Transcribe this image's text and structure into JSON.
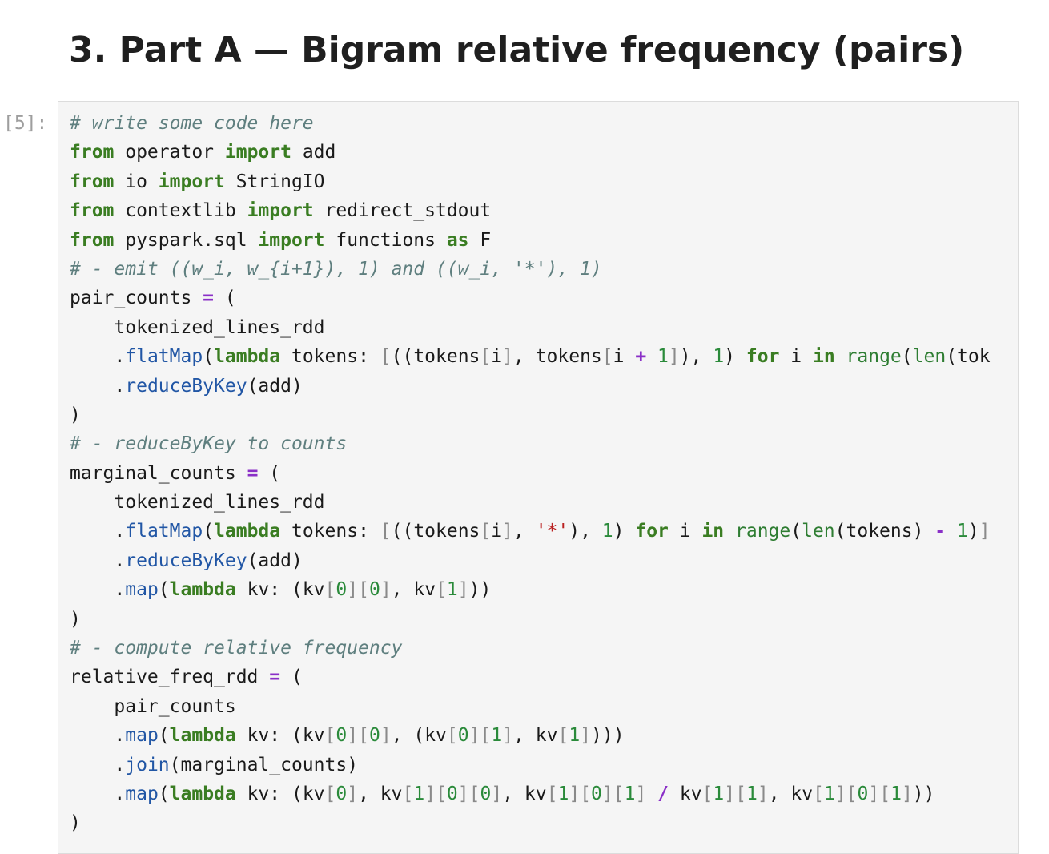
{
  "heading": "3. Part A — Bigram relative frequency (pairs)",
  "cell": {
    "prompt": "[5]:",
    "lines": [
      [
        {
          "t": "cm",
          "v": "# write some code here"
        }
      ],
      [
        {
          "t": "kw",
          "v": "from"
        },
        {
          "t": "pn",
          "v": " operator "
        },
        {
          "t": "kw",
          "v": "import"
        },
        {
          "t": "pn",
          "v": " add"
        }
      ],
      [
        {
          "t": "kw",
          "v": "from"
        },
        {
          "t": "pn",
          "v": " io "
        },
        {
          "t": "kw",
          "v": "import"
        },
        {
          "t": "pn",
          "v": " StringIO"
        }
      ],
      [
        {
          "t": "kw",
          "v": "from"
        },
        {
          "t": "pn",
          "v": " contextlib "
        },
        {
          "t": "kw",
          "v": "import"
        },
        {
          "t": "pn",
          "v": " redirect_stdout"
        }
      ],
      [
        {
          "t": "kw",
          "v": "from"
        },
        {
          "t": "pn",
          "v": " pyspark.sql "
        },
        {
          "t": "kw",
          "v": "import"
        },
        {
          "t": "pn",
          "v": " functions "
        },
        {
          "t": "kw",
          "v": "as"
        },
        {
          "t": "pn",
          "v": " F"
        }
      ],
      [
        {
          "t": "cm",
          "v": "# - emit ((w_i, w_{i+1}), 1) and ((w_i, '*'), 1)"
        }
      ],
      [
        {
          "t": "pn",
          "v": "pair_counts "
        },
        {
          "t": "op",
          "v": "="
        },
        {
          "t": "pn",
          "v": " ("
        }
      ],
      [
        {
          "t": "pn",
          "v": "    tokenized_lines_rdd"
        }
      ],
      [
        {
          "t": "pn",
          "v": "    ."
        },
        {
          "t": "fn",
          "v": "flatMap"
        },
        {
          "t": "pn",
          "v": "("
        },
        {
          "t": "kw",
          "v": "lambda"
        },
        {
          "t": "pn",
          "v": " tokens: "
        },
        {
          "t": "br",
          "v": "["
        },
        {
          "t": "pn",
          "v": "((tokens"
        },
        {
          "t": "br",
          "v": "["
        },
        {
          "t": "pn",
          "v": "i"
        },
        {
          "t": "br",
          "v": "]"
        },
        {
          "t": "pn",
          "v": ", tokens"
        },
        {
          "t": "br",
          "v": "["
        },
        {
          "t": "pn",
          "v": "i "
        },
        {
          "t": "op",
          "v": "+"
        },
        {
          "t": "pn",
          "v": " "
        },
        {
          "t": "num",
          "v": "1"
        },
        {
          "t": "br",
          "v": "]"
        },
        {
          "t": "pn",
          "v": "), "
        },
        {
          "t": "num",
          "v": "1"
        },
        {
          "t": "pn",
          "v": ") "
        },
        {
          "t": "kw",
          "v": "for"
        },
        {
          "t": "pn",
          "v": " i "
        },
        {
          "t": "kw",
          "v": "in"
        },
        {
          "t": "pn",
          "v": " "
        },
        {
          "t": "bi",
          "v": "range"
        },
        {
          "t": "pn",
          "v": "("
        },
        {
          "t": "bi",
          "v": "len"
        },
        {
          "t": "pn",
          "v": "(tok"
        }
      ],
      [
        {
          "t": "pn",
          "v": "    ."
        },
        {
          "t": "fn",
          "v": "reduceByKey"
        },
        {
          "t": "pn",
          "v": "(add)"
        }
      ],
      [
        {
          "t": "pn",
          "v": ")"
        }
      ],
      [
        {
          "t": "cm",
          "v": "# - reduceByKey to counts"
        }
      ],
      [
        {
          "t": "pn",
          "v": "marginal_counts "
        },
        {
          "t": "op",
          "v": "="
        },
        {
          "t": "pn",
          "v": " ("
        }
      ],
      [
        {
          "t": "pn",
          "v": "    tokenized_lines_rdd"
        }
      ],
      [
        {
          "t": "pn",
          "v": "    ."
        },
        {
          "t": "fn",
          "v": "flatMap"
        },
        {
          "t": "pn",
          "v": "("
        },
        {
          "t": "kw",
          "v": "lambda"
        },
        {
          "t": "pn",
          "v": " tokens: "
        },
        {
          "t": "br",
          "v": "["
        },
        {
          "t": "pn",
          "v": "((tokens"
        },
        {
          "t": "br",
          "v": "["
        },
        {
          "t": "pn",
          "v": "i"
        },
        {
          "t": "br",
          "v": "]"
        },
        {
          "t": "pn",
          "v": ", "
        },
        {
          "t": "st",
          "v": "'*'"
        },
        {
          "t": "pn",
          "v": "), "
        },
        {
          "t": "num",
          "v": "1"
        },
        {
          "t": "pn",
          "v": ") "
        },
        {
          "t": "kw",
          "v": "for"
        },
        {
          "t": "pn",
          "v": " i "
        },
        {
          "t": "kw",
          "v": "in"
        },
        {
          "t": "pn",
          "v": " "
        },
        {
          "t": "bi",
          "v": "range"
        },
        {
          "t": "pn",
          "v": "("
        },
        {
          "t": "bi",
          "v": "len"
        },
        {
          "t": "pn",
          "v": "(tokens) "
        },
        {
          "t": "op",
          "v": "-"
        },
        {
          "t": "pn",
          "v": " "
        },
        {
          "t": "num",
          "v": "1"
        },
        {
          "t": "pn",
          "v": ")"
        },
        {
          "t": "br",
          "v": "]"
        }
      ],
      [
        {
          "t": "pn",
          "v": "    ."
        },
        {
          "t": "fn",
          "v": "reduceByKey"
        },
        {
          "t": "pn",
          "v": "(add)"
        }
      ],
      [
        {
          "t": "pn",
          "v": "    ."
        },
        {
          "t": "fn",
          "v": "map"
        },
        {
          "t": "pn",
          "v": "("
        },
        {
          "t": "kw",
          "v": "lambda"
        },
        {
          "t": "pn",
          "v": " kv: (kv"
        },
        {
          "t": "br",
          "v": "["
        },
        {
          "t": "num",
          "v": "0"
        },
        {
          "t": "br",
          "v": "]["
        },
        {
          "t": "num",
          "v": "0"
        },
        {
          "t": "br",
          "v": "]"
        },
        {
          "t": "pn",
          "v": ", kv"
        },
        {
          "t": "br",
          "v": "["
        },
        {
          "t": "num",
          "v": "1"
        },
        {
          "t": "br",
          "v": "]"
        },
        {
          "t": "pn",
          "v": "))"
        }
      ],
      [
        {
          "t": "pn",
          "v": ")"
        }
      ],
      [
        {
          "t": "cm",
          "v": "# - compute relative frequency"
        }
      ],
      [
        {
          "t": "pn",
          "v": "relative_freq_rdd "
        },
        {
          "t": "op",
          "v": "="
        },
        {
          "t": "pn",
          "v": " ("
        }
      ],
      [
        {
          "t": "pn",
          "v": "    pair_counts"
        }
      ],
      [
        {
          "t": "pn",
          "v": "    ."
        },
        {
          "t": "fn",
          "v": "map"
        },
        {
          "t": "pn",
          "v": "("
        },
        {
          "t": "kw",
          "v": "lambda"
        },
        {
          "t": "pn",
          "v": " kv: (kv"
        },
        {
          "t": "br",
          "v": "["
        },
        {
          "t": "num",
          "v": "0"
        },
        {
          "t": "br",
          "v": "]["
        },
        {
          "t": "num",
          "v": "0"
        },
        {
          "t": "br",
          "v": "]"
        },
        {
          "t": "pn",
          "v": ", (kv"
        },
        {
          "t": "br",
          "v": "["
        },
        {
          "t": "num",
          "v": "0"
        },
        {
          "t": "br",
          "v": "]["
        },
        {
          "t": "num",
          "v": "1"
        },
        {
          "t": "br",
          "v": "]"
        },
        {
          "t": "pn",
          "v": ", kv"
        },
        {
          "t": "br",
          "v": "["
        },
        {
          "t": "num",
          "v": "1"
        },
        {
          "t": "br",
          "v": "]"
        },
        {
          "t": "pn",
          "v": ")))"
        }
      ],
      [
        {
          "t": "pn",
          "v": "    ."
        },
        {
          "t": "fn",
          "v": "join"
        },
        {
          "t": "pn",
          "v": "(marginal_counts)"
        }
      ],
      [
        {
          "t": "pn",
          "v": "    ."
        },
        {
          "t": "fn",
          "v": "map"
        },
        {
          "t": "pn",
          "v": "("
        },
        {
          "t": "kw",
          "v": "lambda"
        },
        {
          "t": "pn",
          "v": " kv: (kv"
        },
        {
          "t": "br",
          "v": "["
        },
        {
          "t": "num",
          "v": "0"
        },
        {
          "t": "br",
          "v": "]"
        },
        {
          "t": "pn",
          "v": ", kv"
        },
        {
          "t": "br",
          "v": "["
        },
        {
          "t": "num",
          "v": "1"
        },
        {
          "t": "br",
          "v": "]["
        },
        {
          "t": "num",
          "v": "0"
        },
        {
          "t": "br",
          "v": "]["
        },
        {
          "t": "num",
          "v": "0"
        },
        {
          "t": "br",
          "v": "]"
        },
        {
          "t": "pn",
          "v": ", kv"
        },
        {
          "t": "br",
          "v": "["
        },
        {
          "t": "num",
          "v": "1"
        },
        {
          "t": "br",
          "v": "]["
        },
        {
          "t": "num",
          "v": "0"
        },
        {
          "t": "br",
          "v": "]["
        },
        {
          "t": "num",
          "v": "1"
        },
        {
          "t": "br",
          "v": "]"
        },
        {
          "t": "pn",
          "v": " "
        },
        {
          "t": "op",
          "v": "/"
        },
        {
          "t": "pn",
          "v": " kv"
        },
        {
          "t": "br",
          "v": "["
        },
        {
          "t": "num",
          "v": "1"
        },
        {
          "t": "br",
          "v": "]["
        },
        {
          "t": "num",
          "v": "1"
        },
        {
          "t": "br",
          "v": "]"
        },
        {
          "t": "pn",
          "v": ", kv"
        },
        {
          "t": "br",
          "v": "["
        },
        {
          "t": "num",
          "v": "1"
        },
        {
          "t": "br",
          "v": "]["
        },
        {
          "t": "num",
          "v": "0"
        },
        {
          "t": "br",
          "v": "]["
        },
        {
          "t": "num",
          "v": "1"
        },
        {
          "t": "br",
          "v": "]"
        },
        {
          "t": "pn",
          "v": "))"
        }
      ],
      [
        {
          "t": "pn",
          "v": ")"
        }
      ]
    ]
  }
}
